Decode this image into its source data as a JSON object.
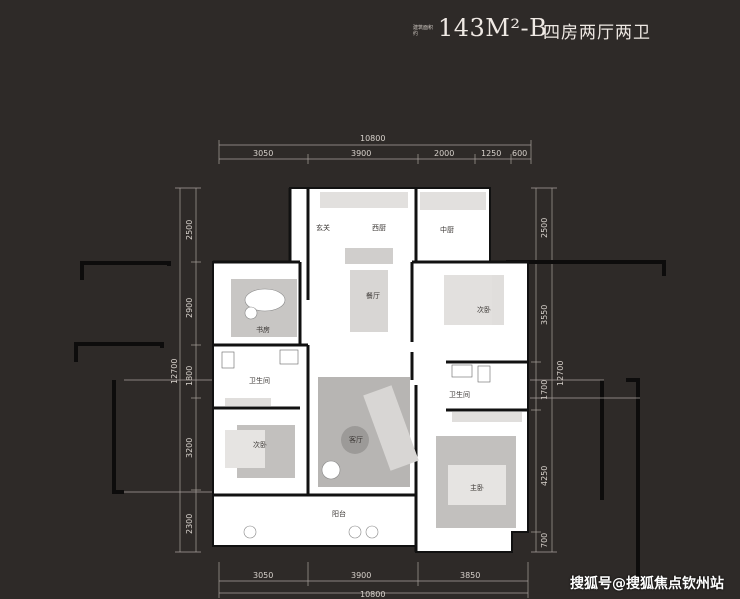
{
  "header": {
    "area_label": "建筑面积约",
    "area_code": "143M²-B",
    "layout_type": "四房两厅两卫"
  },
  "dimensions": {
    "top_total": "10800",
    "top_segments": [
      "3050",
      "3900",
      "2000",
      "1250",
      "600"
    ],
    "bottom_total": "10800",
    "bottom_segments": [
      "3050",
      "3900",
      "3850"
    ],
    "left_segments": [
      "2500",
      "2900",
      "1800",
      "3200",
      "2300"
    ],
    "left_total": "12700",
    "right_segments": [
      "2500",
      "3550",
      "1700",
      "4250",
      "700"
    ],
    "right_total": "12700"
  },
  "rooms": {
    "entry": "玄关",
    "western_kitchen": "西厨",
    "chinese_kitchen": "中厨",
    "dining": "餐厅",
    "study": "书房",
    "bedroom_ne": "次卧",
    "bathroom_w": "卫生间",
    "bathroom_e": "卫生间",
    "bedroom_w": "次卧",
    "living": "客厅",
    "master": "主卧",
    "balcony": "阳台"
  },
  "watermark": "搜狐号@搜狐焦点钦州站"
}
